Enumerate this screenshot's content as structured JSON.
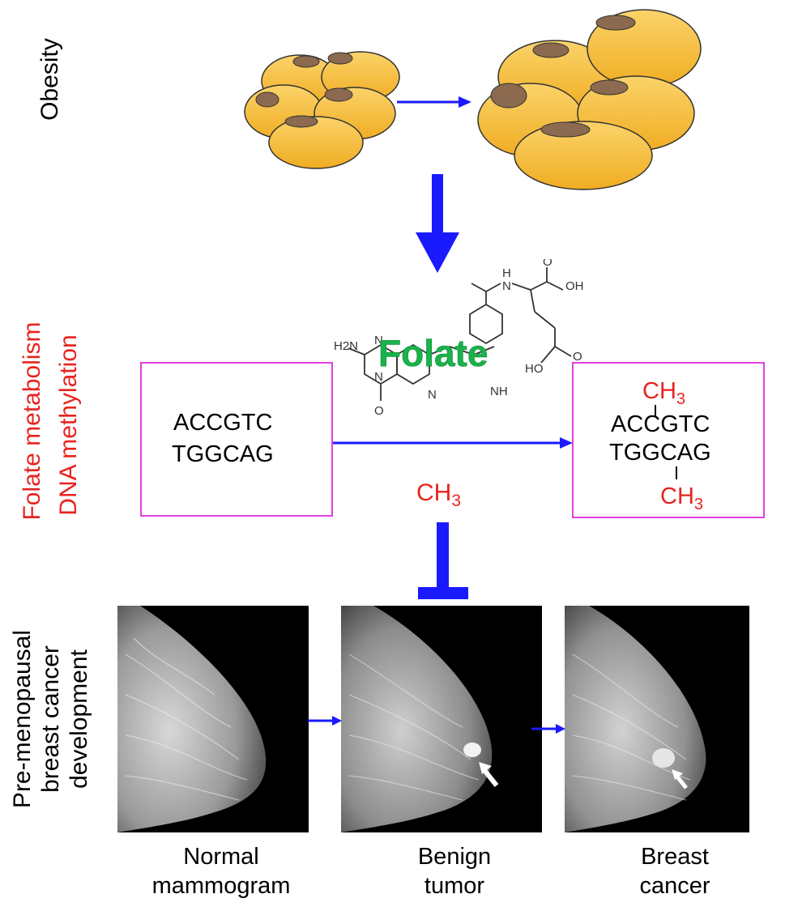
{
  "side_labels": {
    "obesity": "Obesity",
    "folate_metabolism": "Folate metabolism",
    "dna_methylation": "DNA methylation",
    "premenopausal_line1": "Pre-menopausal",
    "premenopausal_line2": "breast cancer",
    "premenopausal_line3": "development"
  },
  "folate": {
    "label": "Folate",
    "structure_labels": [
      "H2N",
      "N",
      "N",
      "N",
      "NH",
      "H",
      "N",
      "O",
      "OH",
      "O",
      "HO",
      "O"
    ]
  },
  "dna": {
    "left_strand_top": "ACCGTC",
    "left_strand_bottom": "TGGCAG",
    "right_strand_top": "ACCGTC",
    "right_strand_bottom": "TGGCAG",
    "methyl": "CH",
    "methyl_sub": "3"
  },
  "methyl_donor": {
    "text": "CH",
    "sub": "3"
  },
  "mammograms": [
    {
      "line1": "Normal",
      "line2": "mammogram"
    },
    {
      "line1": "Benign",
      "line2": "tumor"
    },
    {
      "line1": "Breast",
      "line2": "cancer"
    }
  ],
  "colors": {
    "arrow_blue": "#1a1aff",
    "label_red": "#e8231f",
    "folate_green": "#19b24b",
    "box_magenta": "#e040e0",
    "cell_yellow": "#f6c042",
    "nucleus_brown": "#8b6a4f"
  }
}
